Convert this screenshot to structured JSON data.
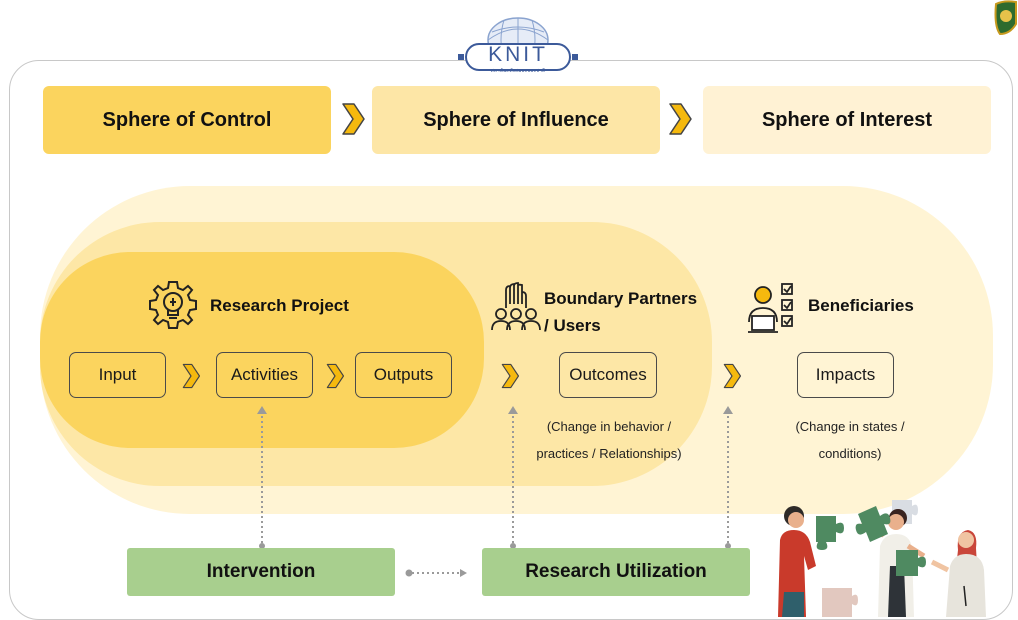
{
  "logo": {
    "text": "KNIT",
    "subtext": "สถาบันคลังสมองของชาติ"
  },
  "spheres": [
    "Sphere of Control",
    "Sphere of Influence",
    "Sphere of Interest"
  ],
  "research_project": {
    "heading": "Research Project",
    "boxes": [
      "Input",
      "Activities",
      "Outputs"
    ]
  },
  "boundary_partners": {
    "heading_line1": "Boundary Partners",
    "heading_line2": "/ Users",
    "box": "Outcomes",
    "note_line1": "(Change in behavior /",
    "note_line2": "practices / Relationships)"
  },
  "beneficiaries": {
    "heading": "Beneficiaries",
    "box": "Impacts",
    "note_line1": "(Change in states /",
    "note_line2": "conditions)"
  },
  "bottom": {
    "intervention": "Intervention",
    "research_utilization": "Research Utilization"
  },
  "colors": {
    "control": "#fbd45e",
    "influence": "#fde6a6",
    "interest": "#fff2d4",
    "chevron": "#f5b90e",
    "green_box": "#a8cf8e"
  },
  "icons": [
    "gear-lightbulb-icon",
    "group-people-icon",
    "person-checklist-icon",
    "teamwork-puzzle-illustration",
    "university-emblem"
  ]
}
